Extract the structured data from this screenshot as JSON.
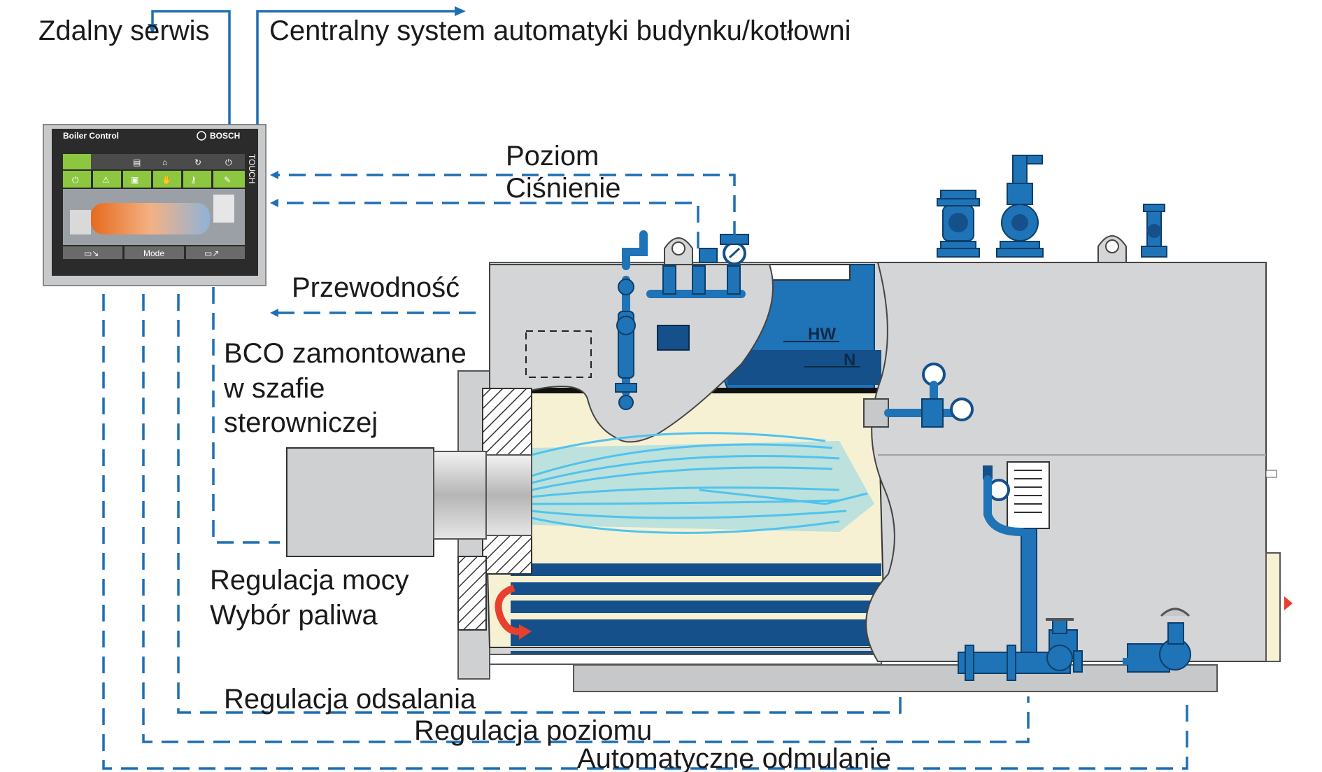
{
  "labels": {
    "remote_service": "Zdalny serwis",
    "central_system": "Centralny system automatyki budynku/kotłowni",
    "level": "Poziom",
    "pressure": "Ciśnienie",
    "conductivity": "Przewodność",
    "bco_line1": "BCO zamontowane",
    "bco_line2": "w szafie",
    "bco_line3": "sterowniczej",
    "power_control": "Regulacja mocy",
    "fuel_selection": "Wybór paliwa",
    "desalting_control": "Regulacja odsalania",
    "level_control": "Regulacja poziomu",
    "auto_blowdown": "Automatyczne odmulanie"
  },
  "panel": {
    "title": "Boiler Control",
    "brand": "BOSCH",
    "touch": "TOUCH",
    "mode": "Mode"
  },
  "water_levels": {
    "hw": "HW",
    "nw": "N"
  },
  "colors": {
    "signal_lines": "#1f6fb2",
    "water": "#1f73b7",
    "shell": "#d4d5d7",
    "furnace": "#f7f1d3",
    "flame": "#4fc3ef",
    "panel_green": "#8dc63f"
  }
}
